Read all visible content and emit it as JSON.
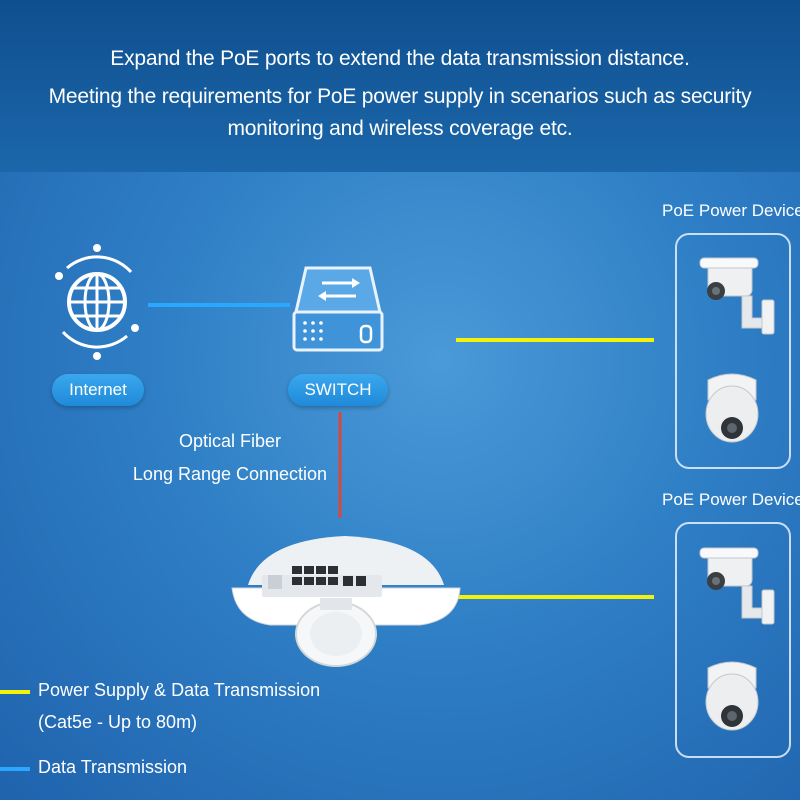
{
  "header": {
    "line1": "Expand the PoE ports to extend the data transmission distance.",
    "line2": "Meeting the requirements for PoE power supply in scenarios such as security",
    "line3": "monitoring and wireless coverage etc."
  },
  "nodes": {
    "internet_label": "Internet",
    "switch_label": "SWITCH"
  },
  "fiber": {
    "line1": "Optical Fiber",
    "line2": "Long Range Connection"
  },
  "device_groups": [
    {
      "title": "PoE Power Device"
    },
    {
      "title": "PoE Power Device"
    }
  ],
  "legend": {
    "power_label_1": "Power Supply & Data Transmission",
    "power_label_2": "(Cat5e - Up to 80m)",
    "data_label": "Data Transmission",
    "power_color": "#f2f20a",
    "data_color": "#2aa8ff"
  },
  "colors": {
    "fiber_line": "#d9473f",
    "header_bg": "#12548f"
  }
}
